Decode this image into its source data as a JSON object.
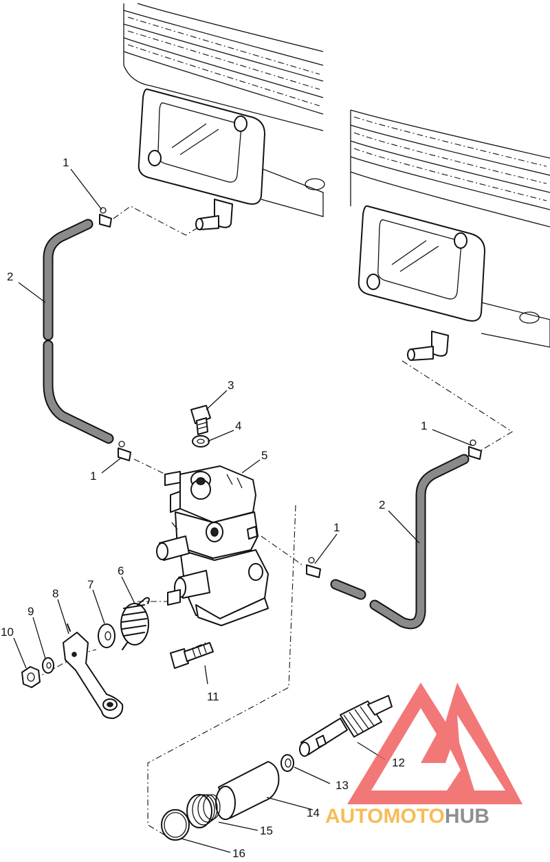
{
  "callouts": [
    {
      "label": "1"
    },
    {
      "label": "2"
    },
    {
      "label": "1"
    },
    {
      "label": "3"
    },
    {
      "label": "4"
    },
    {
      "label": "5"
    },
    {
      "label": "1"
    },
    {
      "label": "1"
    },
    {
      "label": "2"
    },
    {
      "label": "6"
    },
    {
      "label": "7"
    },
    {
      "label": "8"
    },
    {
      "label": "9"
    },
    {
      "label": "10"
    },
    {
      "label": "11"
    },
    {
      "label": "12"
    },
    {
      "label": "13"
    },
    {
      "label": "14"
    },
    {
      "label": "15"
    },
    {
      "label": "16"
    }
  ],
  "watermark": {
    "brand_part1": "AUTOMOTO",
    "brand_part2": "HUB",
    "color_part1": "#f6b13a",
    "color_part2": "#7c7c7c",
    "logo_color": "#f06060"
  },
  "icons": {
    "logo": "automotohub-triangle-logo"
  }
}
